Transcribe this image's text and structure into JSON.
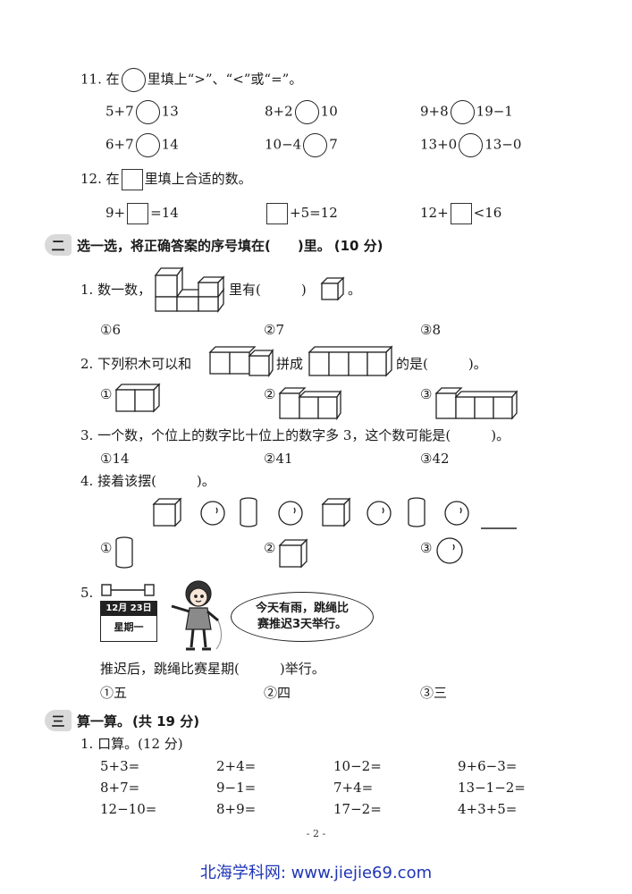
{
  "q11": {
    "prefix": "11. 在",
    "suffix": "里填上“>”、“<”或“=”。",
    "rows": [
      [
        {
          "left": "5+7",
          "right": "13"
        },
        {
          "left": "8+2",
          "right": "10"
        },
        {
          "left": "9+8",
          "right": "19−1"
        }
      ],
      [
        {
          "left": "6+7",
          "right": "14"
        },
        {
          "left": "10−4",
          "right": "7"
        },
        {
          "left": "13+0",
          "right": "13−0"
        }
      ]
    ]
  },
  "q12": {
    "prefix": "12. 在",
    "suffix": "里填上合适的数。",
    "items": [
      {
        "before": "9+",
        "after": "=14"
      },
      {
        "before": "",
        "after": "+5=12"
      },
      {
        "before": "12+",
        "after": "<16"
      }
    ]
  },
  "section2": {
    "badge": "二",
    "title": "选一选，将正确答案的序号填在(　　)里。",
    "score": "(10 分)",
    "q1": {
      "prefix": "1. 数一数，",
      "middle": "里有(　　　)",
      "suffix": "。",
      "options": [
        "①6",
        "②7",
        "③8"
      ]
    },
    "q2": {
      "prefix": "2. 下列积木可以和",
      "middle": "拼成",
      "suffix": "的是(　　　)。",
      "options": [
        "①",
        "②",
        "③"
      ]
    },
    "q3": {
      "text": "3. 一个数，个位上的数字比十位上的数字多 3，这个数可能是(　　　)。",
      "options": [
        "①14",
        "②41",
        "③42"
      ]
    },
    "q4": {
      "text": "4. 接着该摆(　　　)。",
      "options": [
        "①",
        "②",
        "③"
      ]
    },
    "q5": {
      "number": "5.",
      "calendar_date": "12月 23日",
      "calendar_weekday": "星期一",
      "speech_line1": "今天有雨，跳绳比",
      "speech_line2": "赛推迟3天举行。",
      "question": "推迟后，跳绳比赛星期(　　　)举行。",
      "options": [
        "①五",
        "②四",
        "③三"
      ]
    }
  },
  "section3": {
    "badge": "三",
    "title": "算一算。",
    "score": "(共 19 分)",
    "sub1": "1. 口算。(12 分)",
    "rows": [
      [
        "5+3=",
        "2+4=",
        "10−2=",
        "9+6−3="
      ],
      [
        "8+7=",
        "9−1=",
        "7+4=",
        "13−1−2="
      ],
      [
        "12−10=",
        "8+9=",
        "17−2=",
        "4+3+5="
      ]
    ]
  },
  "page_number": "- 2 -",
  "footer": "北海学科网: www.jiejie69.com"
}
